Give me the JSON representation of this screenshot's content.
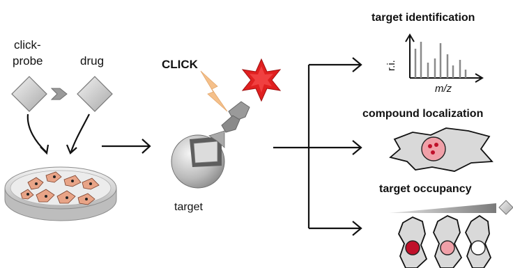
{
  "labels": {
    "click_probe_1": "click-",
    "click_probe_2": "probe",
    "drug": "drug",
    "click": "CLICK",
    "target": "target",
    "target_identification": "target identification",
    "ri": "r.i.",
    "mz": "m/z",
    "compound_localization": "compound localization",
    "target_occupancy": "target occupancy"
  },
  "colors": {
    "probe_gray": "#c8c8c8",
    "lightning": "#f5c08a",
    "star": "#e02020",
    "cell_fill": "#d9d9d9",
    "nucleus_red": "#c0102a",
    "nucleus_pink": "#f0a0a8",
    "dish_cell": "#e8a487"
  },
  "icons": [
    "diamond-icon",
    "lightning-icon",
    "star-icon",
    "arrow-icon",
    "petri-dish-icon",
    "target-protein-icon",
    "spectrum-icon",
    "cell-icon"
  ]
}
